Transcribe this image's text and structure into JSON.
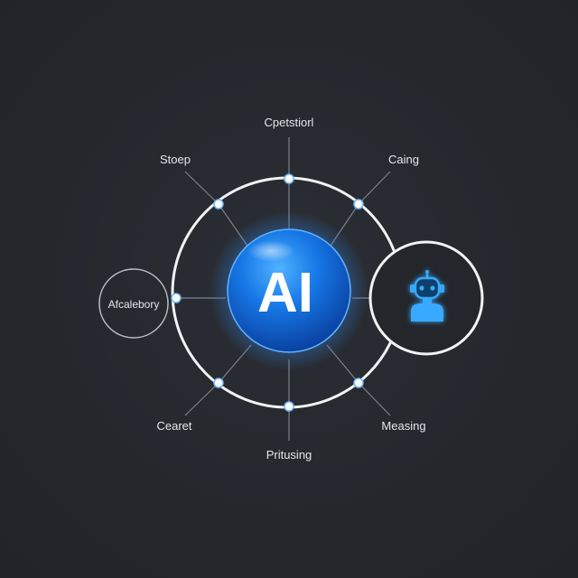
{
  "center": {
    "label": "AI"
  },
  "labels": {
    "top": "Cpetstiorl",
    "top_left": "Stoep",
    "top_right": "Caing",
    "left": "Afcalebory",
    "bottom_left": "Cearet",
    "bottom": "Pritusing",
    "bottom_right": "Measing"
  },
  "icons": {
    "right_node": "robot-icon"
  },
  "colors": {
    "background": "#25282d",
    "ring": "#f2f3f5",
    "spoke": "#7c828a",
    "ai_blue": "#1a78e0",
    "ai_glow": "#2e8cff",
    "robot_cyan": "#37a9ff"
  }
}
